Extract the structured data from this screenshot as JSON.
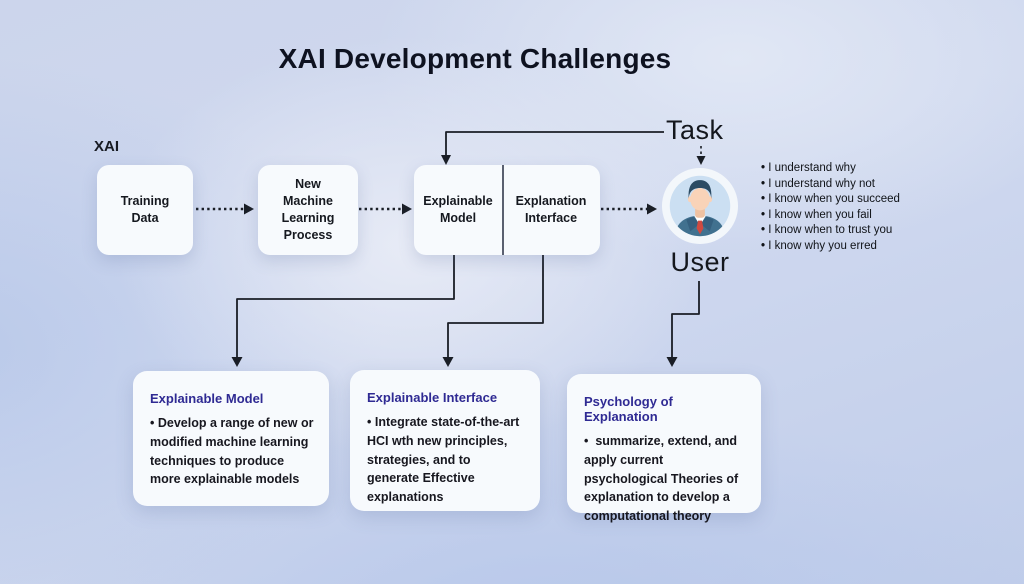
{
  "title": "XAI Development Challenges",
  "labels": {
    "xai": "XAI",
    "task": "Task",
    "user": "User"
  },
  "flow_nodes": [
    {
      "label": "Training Data"
    },
    {
      "label": "New Machine Learning Process"
    },
    {
      "label": "Explainable Model"
    },
    {
      "label": "Explanation Interface"
    }
  ],
  "user_statements": [
    "I understand why",
    "I understand why not",
    "I know when you succeed",
    "I know when you fail",
    "I know when to trust you",
    "I know why you erred"
  ],
  "challenge_cards": [
    {
      "heading": "Explainable Model",
      "body": "• Develop a range of new or  modified machine learning techniques to produce more explainable models"
    },
    {
      "heading": "Explainable Interface",
      "body": "• Integrate state-of-the-art HCI wth new principles, strategies, and to generate Effective explanations"
    },
    {
      "heading": "Psychology of  Explanation",
      "body": "•  summarize, extend, and apply current psychological Theories of explanation to develop a computational theory"
    }
  ],
  "icons": {
    "user_avatar": "business-user-avatar-icon"
  },
  "colors": {
    "heading_accent": "#2f2a93",
    "card_background": "#f7fafd",
    "connector_line": "#1a1e26",
    "avatar_inner_circle": "#cbdff2",
    "avatar_suit": "#41718f",
    "avatar_tie": "#cf4a41",
    "background_base": "#ccd5ec"
  }
}
